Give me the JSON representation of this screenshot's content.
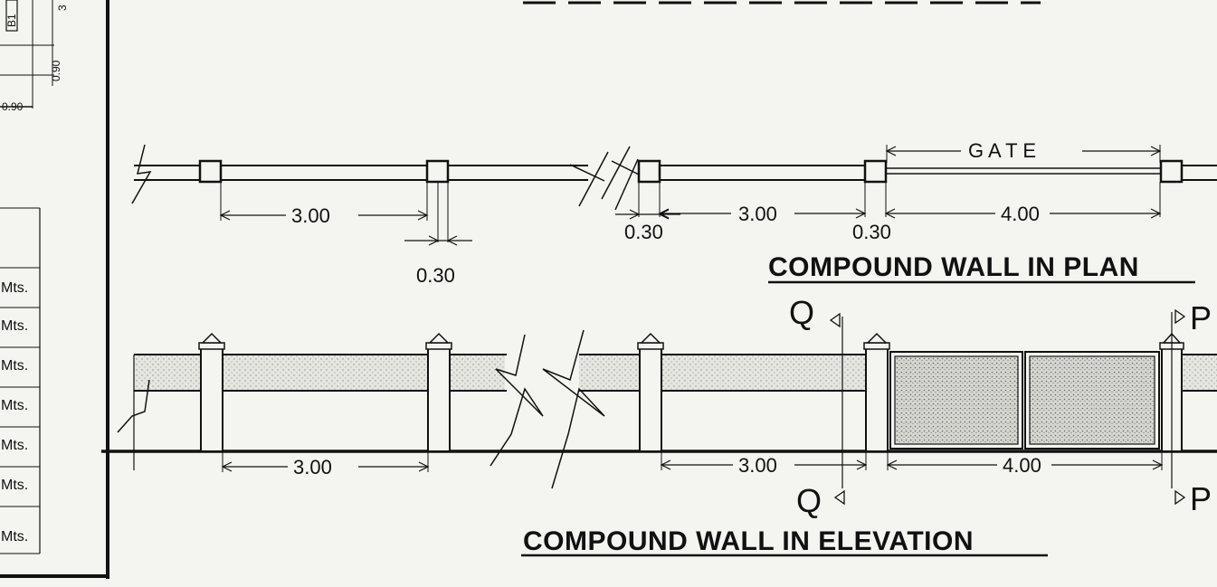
{
  "plan": {
    "title": "COMPOUND WALL IN PLAN",
    "gate_label": "G A T E",
    "dims": {
      "span_left": "3.00",
      "post_left": "0.30",
      "post_mid": "0.30",
      "span_mid": "3.00",
      "post_gate": "0.30",
      "gate_width": "4.00"
    }
  },
  "elevation": {
    "title": "COMPOUND WALL IN ELEVATION",
    "dims": {
      "span_left": "3.00",
      "span_mid": "3.00",
      "gate_width": "4.00"
    },
    "section_marks": {
      "q_top": "Q",
      "q_bottom": "Q",
      "p_top": "P",
      "p_bottom": "P"
    }
  },
  "left_panel": {
    "label_b1": "B1",
    "dim_top": "3",
    "dim_090_a": "0.90",
    "dim_090_b": "0.90",
    "unit_rows": [
      "Mts.",
      "Mts.",
      "Mts.",
      "Mts.",
      "Mts.",
      "Mts.",
      "Mts."
    ]
  },
  "colors": {
    "ink": "#111111",
    "paper": "#f4f4f1",
    "fill": "#dadad4"
  }
}
